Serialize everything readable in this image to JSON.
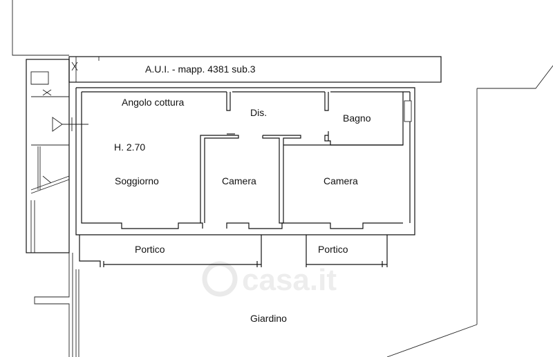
{
  "labels": {
    "aui": "A.U.I. - mapp. 4381 sub.3",
    "angolo_cottura": "Angolo cottura",
    "dis": "Dis.",
    "bagno": "Bagno",
    "height": "H. 2.70",
    "soggiorno": "Soggiorno",
    "camera_1": "Camera",
    "camera_2": "Camera",
    "portico_1": "Portico",
    "portico_2": "Portico",
    "giardino": "Giardino"
  },
  "watermark": {
    "text": "casa.it",
    "color": "#e6e6e6"
  },
  "colors": {
    "lines": "#111111",
    "background": "#ffffff"
  }
}
